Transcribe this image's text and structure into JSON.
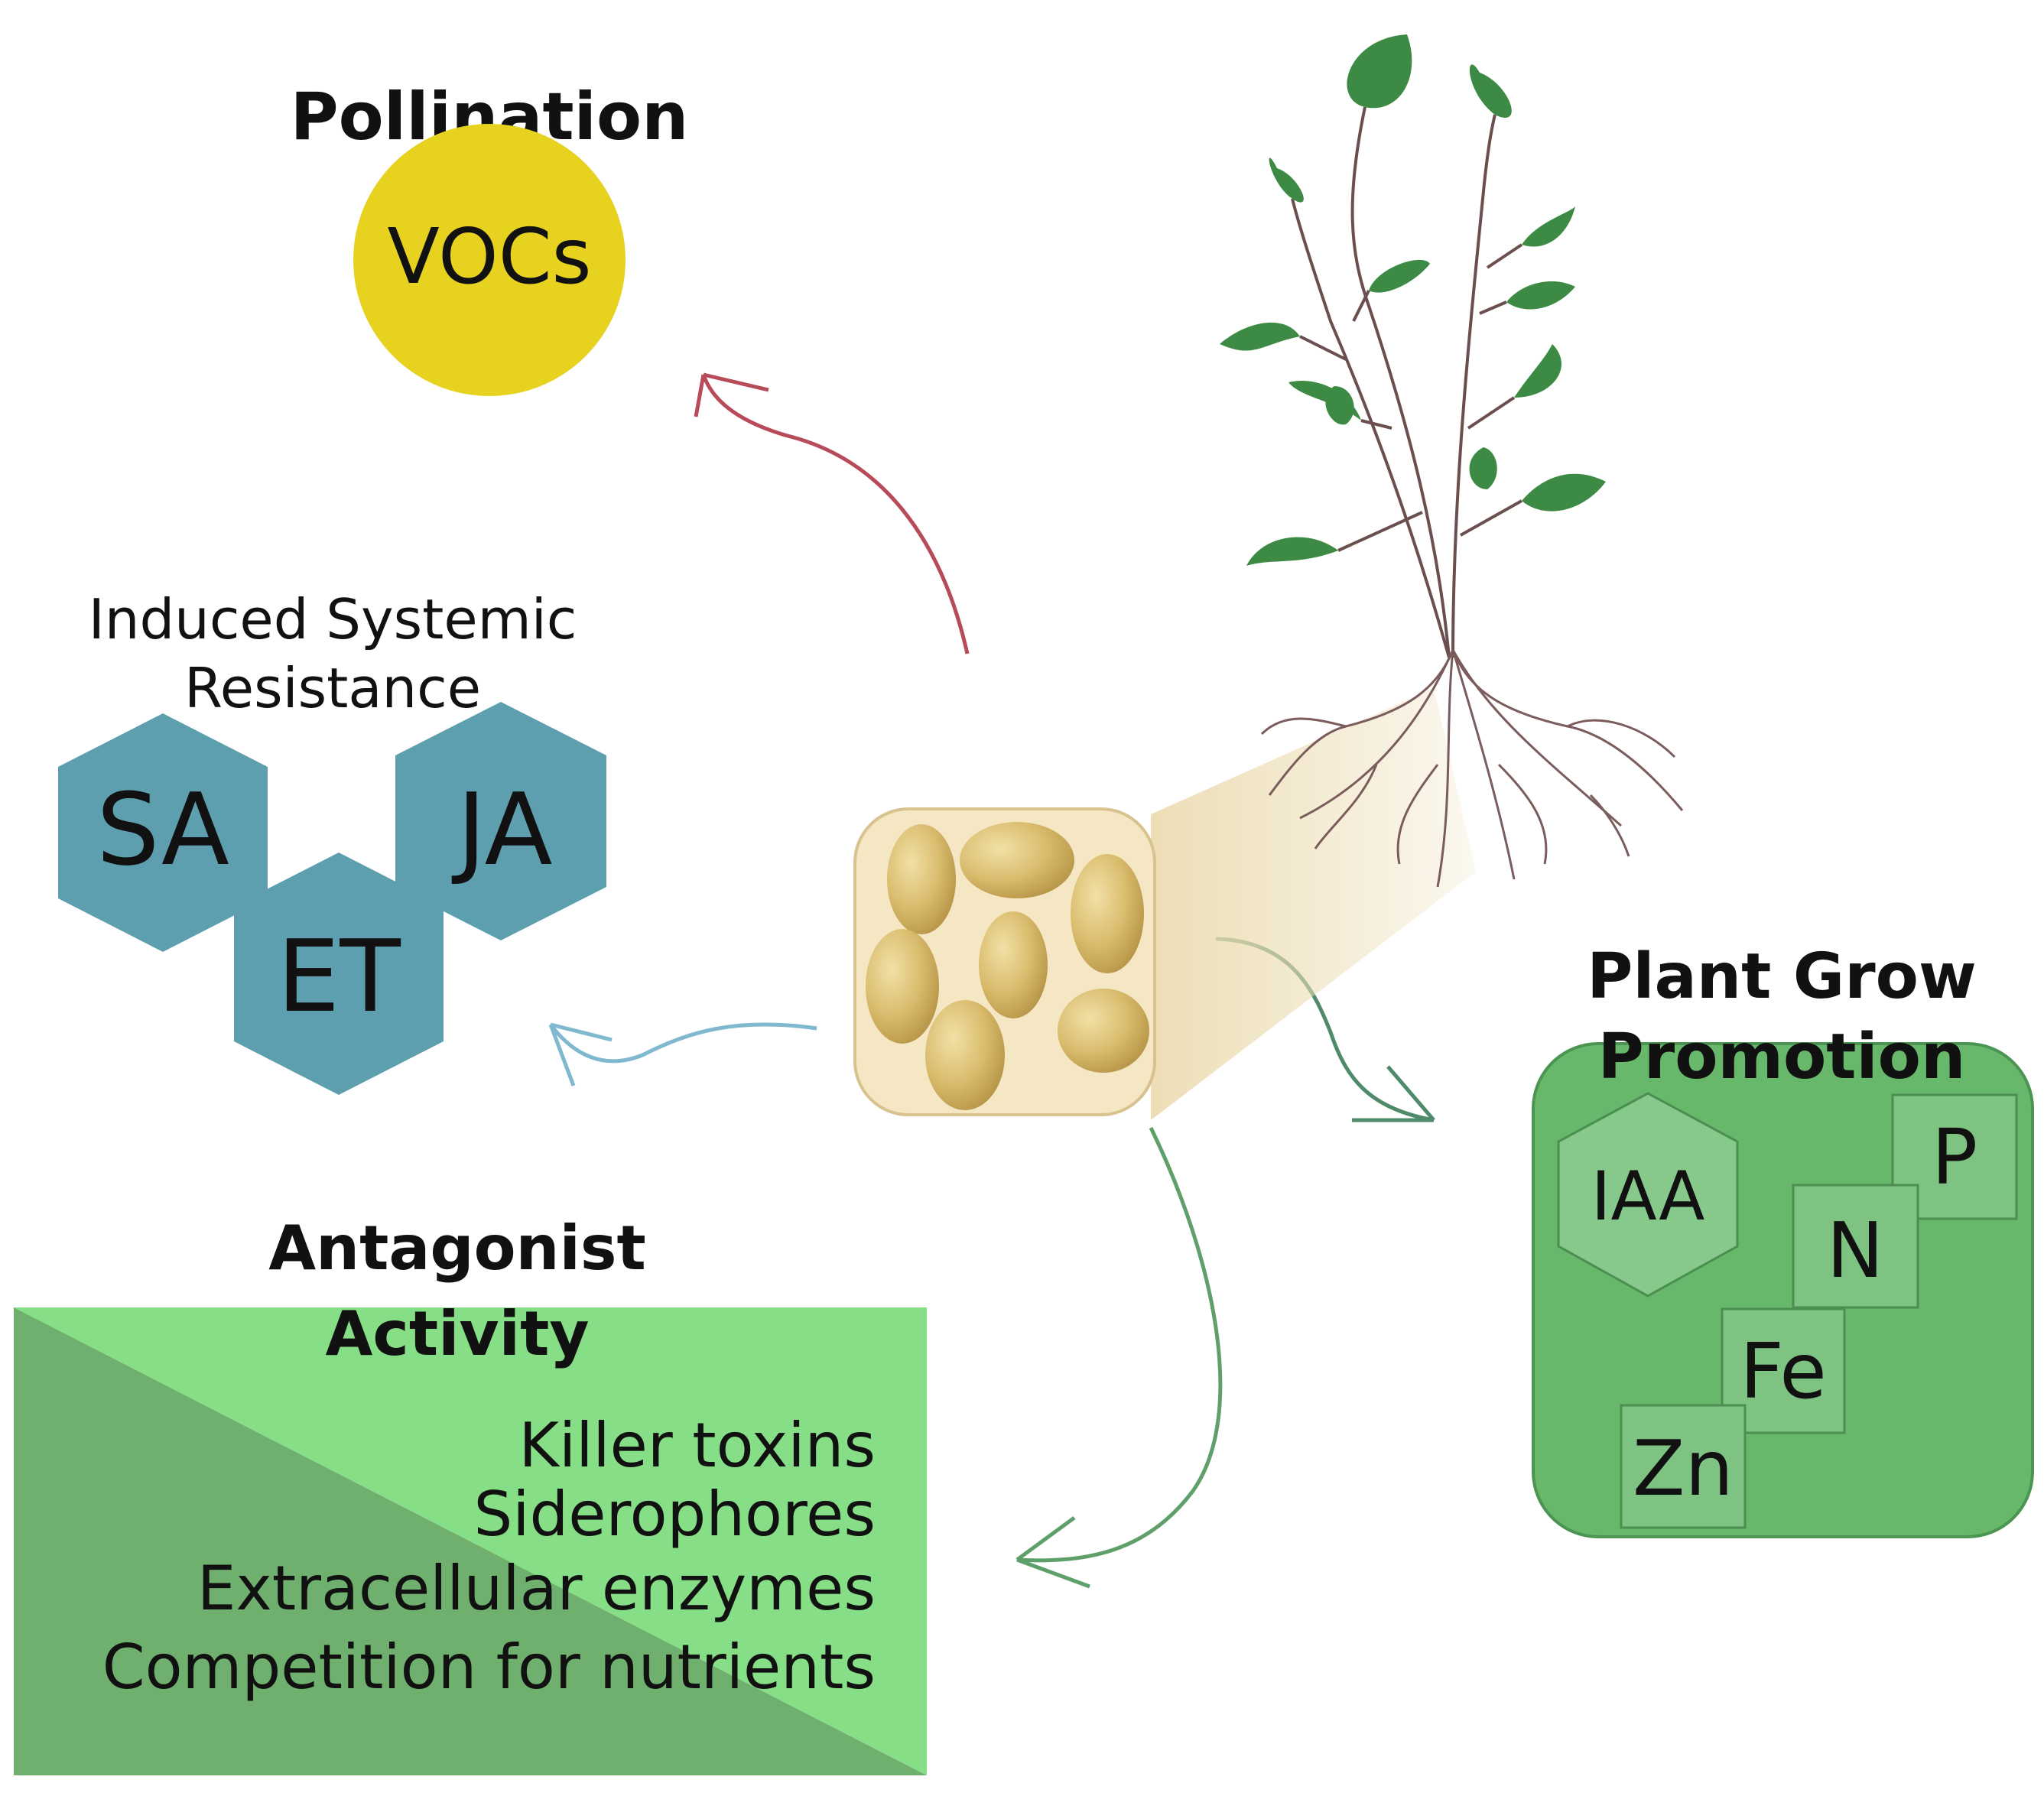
{
  "colors": {
    "voc_circle": "#e6d21f",
    "hexagon_isr": "#5e9faf",
    "arrow_pollination": "#b84b5a",
    "arrow_isr": "#7fb8cf",
    "arrow_growth": "#4f8a6a",
    "arrow_antagonist": "#5fa06a",
    "antagonist_light": "#86de86",
    "antagonist_dark": "#6fb06f",
    "growth_box": "#68b86c",
    "leaf": "#3d8a44",
    "stem": "#6b4f4f",
    "cell_bg": "#f5e7c4",
    "yeast": "#d2b264"
  },
  "pollination": {
    "title": "Pollination",
    "circle_label": "VOCs"
  },
  "isr": {
    "title_line1": "Induced Systemic",
    "title_line2": "Resistance",
    "hexagons": [
      "SA",
      "JA",
      "ET"
    ]
  },
  "antagonist": {
    "title_line1": "Antagonist",
    "title_line2": "Activity",
    "items": [
      "Killer toxins",
      "Siderophores",
      "Extracellular enzymes",
      "Competition for nutrients"
    ]
  },
  "growth": {
    "title_line1": "Plant Grow",
    "title_line2": "Promotion",
    "hexagon_label": "IAA",
    "nutrients": [
      "P",
      "N",
      "Fe",
      "Zn"
    ]
  }
}
